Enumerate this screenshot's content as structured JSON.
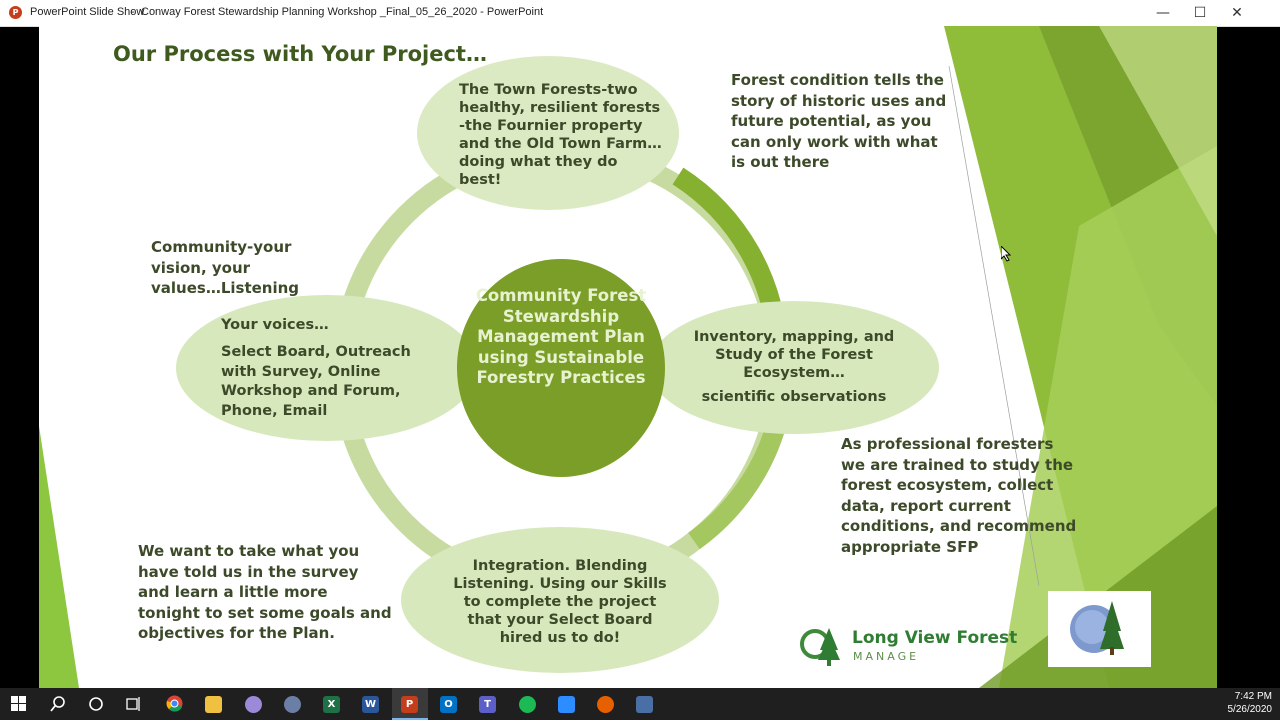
{
  "window": {
    "app_name": "PowerPoint Slide Show",
    "separator": "-",
    "document_title": "Conway Forest Stewardship Planning Workshop _Final_05_26_2020 - PowerPoint",
    "minimize_glyph": "—",
    "maximize_glyph": "☐",
    "close_glyph": "✕"
  },
  "slide": {
    "title": "Our Process with Your Project…",
    "center": "Community Forest Stewardship Management Plan using Sustainable Forestry Practices",
    "top_ellipse": "The Town Forests-two healthy, resilient forests -the Fournier property and the Old Town Farm…doing what they do best!",
    "left_ellipse": {
      "heading": "Your voices…",
      "body": "Select Board, Outreach with Survey, Online Workshop and Forum, Phone, Email"
    },
    "right_ellipse": {
      "heading": "Inventory, mapping, and Study of the Forest Ecosystem…",
      "body": "scientific observations"
    },
    "bottom_ellipse": "Integration. Blending Listening. Using our Skills to complete the project that your Select Board hired us to do!",
    "note_top_right": "Forest condition tells the story of historic uses and future potential, as you can only work with what is out there",
    "note_left": "Community-your vision, your values…Listening",
    "note_right": "As professional foresters we are trained to study the forest ecosystem, collect data, report current conditions, and recommend appropriate SFP",
    "note_bottom_left": "We want to take what you have told us in the survey and learn a little more tonight to set some goals and objectives for the Plan.",
    "logo": {
      "name": "Long View Forest",
      "tagline": "MANAGE"
    }
  },
  "taskbar": {
    "apps": [
      "start-icon",
      "search-icon",
      "cortana-icon",
      "task-view-icon",
      "chrome-icon",
      "file-explorer-icon",
      "music-icon",
      "zoom-helper-icon",
      "excel-icon",
      "word-icon",
      "powerpoint-icon",
      "outlook-icon",
      "teams-icon",
      "spotify-icon",
      "zoom-icon",
      "firefox-icon",
      "remote-desktop-icon"
    ],
    "excel_letter": "X",
    "word_letter": "W",
    "powerpoint_letter": "P",
    "outlook_letter": "O",
    "teams_letter": "T",
    "time": "7:42 PM",
    "date": "5/26/2020"
  },
  "colors": {
    "title_green": "#3e5a1e",
    "ring_light": "#c7dba0",
    "ring_dark": "#86b130",
    "center_fill": "#7a9e28",
    "ellipse_fill": "#d8e8bd",
    "accent_green": "#8dc63f"
  }
}
